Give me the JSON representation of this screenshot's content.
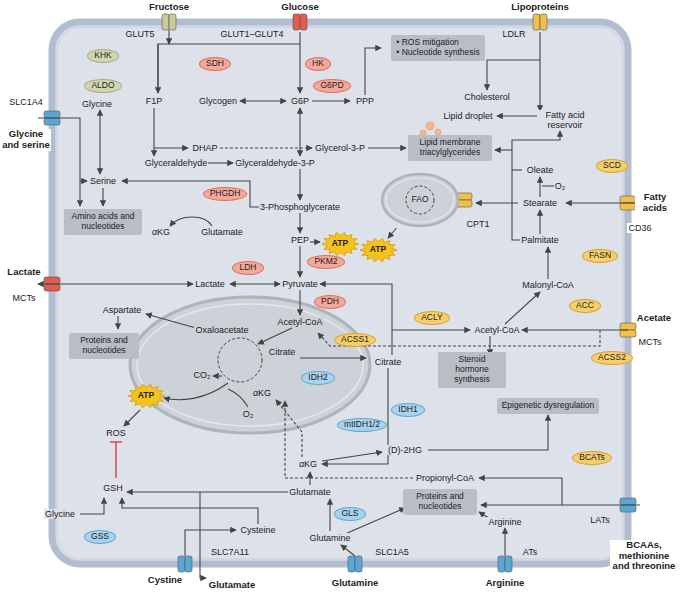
{
  "diagram": {
    "nodes": [
      {
        "text": [
          "KHK"
        ]
      },
      {
        "text": [
          "SDH"
        ]
      },
      {
        "text": [
          "HK"
        ]
      },
      {
        "text": [
          "G6PD"
        ]
      },
      {
        "text": [
          "• ROS mitigation",
          "• Nucleotide synthesis"
        ]
      },
      {
        "text": [
          "ALDO"
        ]
      },
      {
        "text": [
          "Lipid membrane triacylglycerides"
        ]
      },
      {
        "text": [
          "FAO"
        ]
      },
      {
        "text": [
          "PHGDH"
        ]
      },
      {
        "text": [
          "SCD"
        ]
      },
      {
        "text": [
          "Amino acids and nucleotides"
        ]
      },
      {
        "text": [
          "ATP"
        ]
      },
      {
        "text": [
          "ATP"
        ]
      },
      {
        "text": [
          "FASN"
        ]
      },
      {
        "text": [
          "LDH"
        ]
      },
      {
        "text": [
          "PKM2"
        ]
      },
      {
        "text": [
          "PDH"
        ]
      },
      {
        "text": [
          "ACC"
        ]
      },
      {
        "text": [
          "ACLY"
        ]
      },
      {
        "text": [
          "Proteins and nucleotides"
        ]
      },
      {
        "text": [
          "ACSS1"
        ]
      },
      {
        "text": [
          "IDH2"
        ]
      },
      {
        "text": [
          "ACSS2"
        ]
      },
      {
        "text": [
          "ATP"
        ]
      },
      {
        "text": [
          "IDH1"
        ]
      },
      {
        "text": [
          "Steroid hormone synthesis"
        ]
      },
      {
        "text": [
          "mtIDH1/2"
        ]
      },
      {
        "text": [
          "Epigenetic dysregulation"
        ]
      },
      {
        "text": [
          "BCATs"
        ]
      },
      {
        "text": [
          "Proteins and nucleotides"
        ]
      },
      {
        "text": [
          "GSS"
        ]
      },
      {
        "text": [
          "GLS"
        ]
      }
    ],
    "edges": [
      {
        "from": 7,
        "to": 12,
        "arrow": "to"
      }
    ],
    "labels": [
      "Fructose",
      "Glucose",
      "Lipoproteins",
      "GLUT5",
      "GLUT1–GLUT4",
      "LDLR",
      "F1P",
      "Glycogen",
      "G6P",
      "PPP",
      "Cholesterol",
      "Lipid droplet",
      "Fatty acid reservoir",
      "SLC1A4",
      "Glycine",
      "Glycine and serine",
      "DHAP",
      "Glycerol-3-P",
      "Serine",
      "Glyceraldehyde",
      "Glyceraldehyde-3-P",
      "3-Phosphoglycerate",
      "αKG",
      "Glutamate",
      "Oleate",
      "O₂",
      "Stearate",
      "Fatty acids",
      "CD36",
      "CPT1",
      "Palmitate",
      "PEP",
      "Lactate",
      "MCTs",
      "Lactate",
      "Pyruvate",
      "Malonyl-CoA",
      "Aspartate",
      "Acetyl-CoA",
      "Acetyl-CoA",
      "Acetate",
      "Oxaloacetate",
      "Citrate",
      "Citrate",
      "CO₂",
      "O₂",
      "αKG",
      "MCTs",
      "ROS",
      "(D)-2HG",
      "Propionyl-CoA",
      "αKG",
      "GSH",
      "Glutamate",
      "Glycine",
      "Cysteine",
      "Glutamine",
      "Arginine",
      "LATs",
      "SLC7A11",
      "Cystine",
      "Glutamate",
      "SLC1A5",
      "Glutamine",
      "ATs",
      "Arginine",
      "BCAAs, methionine and threonine"
    ]
  }
}
